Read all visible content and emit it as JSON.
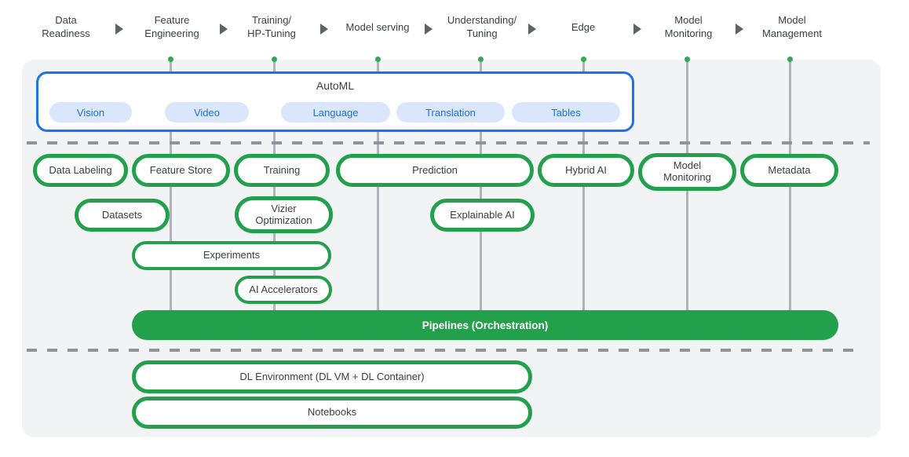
{
  "stages": [
    {
      "line1": "Data",
      "line2": "Readiness"
    },
    {
      "line1": "Feature",
      "line2": "Engineering"
    },
    {
      "line1": "Training/",
      "line2": "HP-Tuning"
    },
    {
      "line1": "Model serving",
      "line2": ""
    },
    {
      "line1": "Understanding/",
      "line2": "Tuning"
    },
    {
      "line1": "Edge",
      "line2": ""
    },
    {
      "line1": "Model",
      "line2": "Monitoring"
    },
    {
      "line1": "Model",
      "line2": "Management"
    }
  ],
  "automl": {
    "title": "AutoML",
    "tabs": [
      "Vision",
      "Video",
      "Language",
      "Translation",
      "Tables"
    ]
  },
  "components": {
    "data_labeling": "Data Labeling",
    "feature_store": "Feature Store",
    "training": "Training",
    "prediction": "Prediction",
    "hybrid_ai": "Hybrid AI",
    "model_monitoring": "Model Monitoring",
    "metadata": "Metadata",
    "datasets": "Datasets",
    "vizier": "Vizier Optimization",
    "explainable_ai": "Explainable AI",
    "experiments": "Experiments",
    "ai_accelerators": "AI Accelerators",
    "pipelines": "Pipelines (Orchestration)",
    "dl_environment": "DL Environment (DL VM + DL Container)",
    "notebooks": "Notebooks"
  },
  "colors": {
    "green": "#23a04b",
    "dot": "#34a853",
    "blue": "#1a73e8",
    "tabbg": "#d9e6fc",
    "panel": "#f1f3f4",
    "line": "#afb3b8",
    "dash": "#909497",
    "arrow": "#5f6368",
    "text": "#3c4043"
  }
}
